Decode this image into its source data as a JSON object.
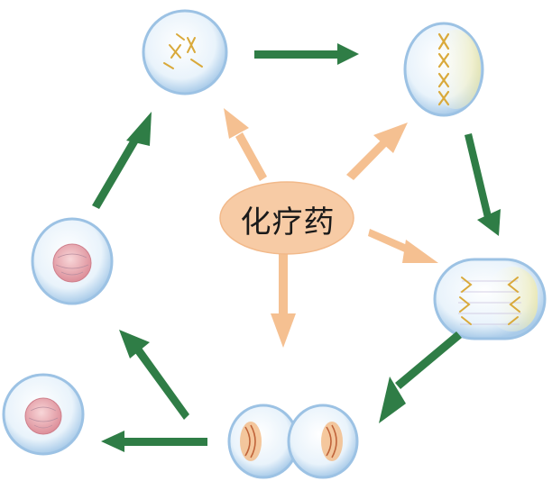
{
  "center": {
    "label": "化疗药"
  },
  "colors": {
    "cycle_arrow": "#2f7d46",
    "drug_arrow": "#f5c091",
    "drug_ellipse": "#f7cba5",
    "cell_membrane": "#bcd8ef",
    "cell_fill": "#e9f3fb",
    "chromosome": "#d9a93a",
    "nucleus": "#e8a0a8"
  },
  "stages": [
    "prophase",
    "metaphase",
    "anaphase",
    "telophase",
    "daughter-cell",
    "interphase"
  ]
}
